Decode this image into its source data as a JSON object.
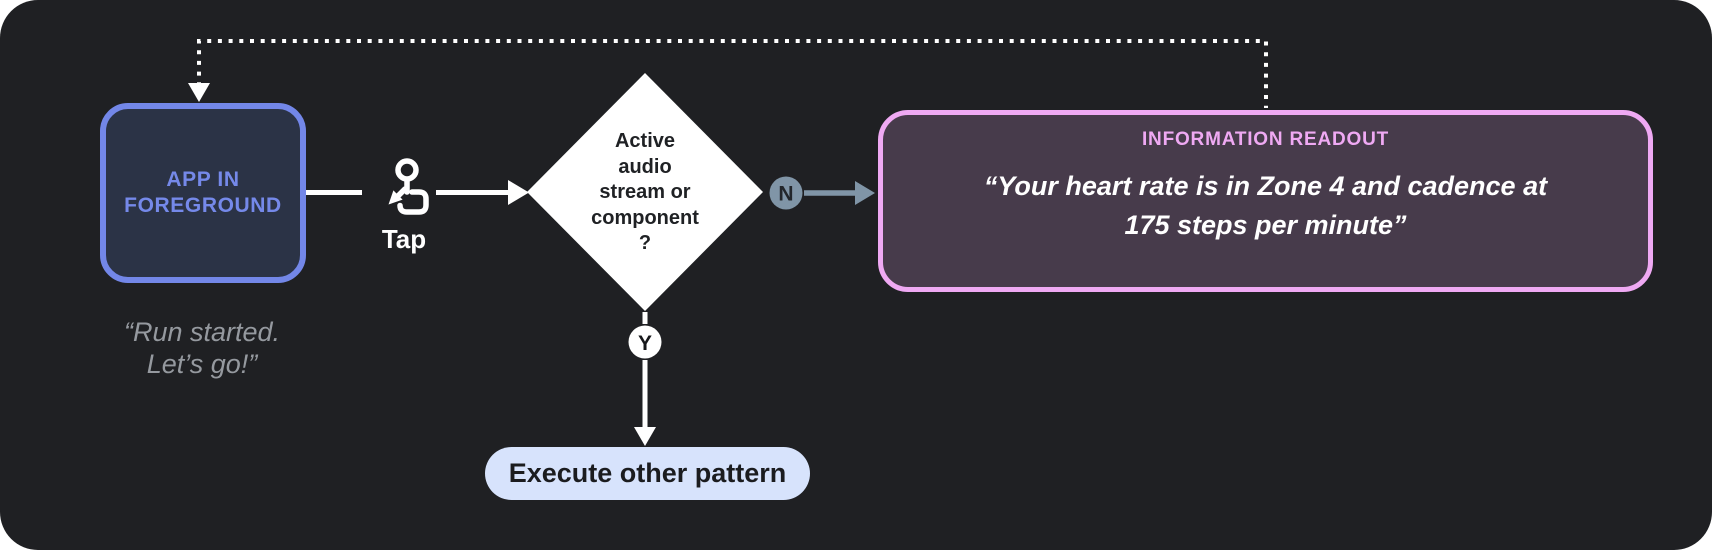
{
  "diagram": {
    "app_node": {
      "label": "APP IN\nFOREGROUND",
      "caption": "“Run started.\nLet’s go!”"
    },
    "tap": {
      "label": "Tap",
      "icon": "tap-gesture-icon"
    },
    "decision": {
      "label": "Active\naudio\nstream or\ncomponent\n?"
    },
    "branches": {
      "no": "N",
      "yes": "Y"
    },
    "readout": {
      "title": "INFORMATION READOUT",
      "body": "“Your heart rate is in Zone 4 and cadence at\n175 steps per minute”"
    },
    "yes_action": {
      "label": "Execute other pattern"
    },
    "colors": {
      "canvas_background": "#1F2023",
      "page_background": "#FFFFFF",
      "app_border": "#7387E8",
      "app_fill": "#2B3346",
      "app_text": "#7589E9",
      "caption_text": "#95999F",
      "connector_white": "#FFFFFF",
      "decision_fill": "#FFFFFF",
      "decision_text": "#1F2124",
      "no_branch_gray": "#8095A7",
      "readout_border": "#EFA9F3",
      "readout_fill": "#473B4B",
      "readout_title": "#EFA9F3",
      "readout_body": "#FFFFFF",
      "action_fill": "#D7E3FC",
      "action_text": "#1B1C1F"
    }
  }
}
